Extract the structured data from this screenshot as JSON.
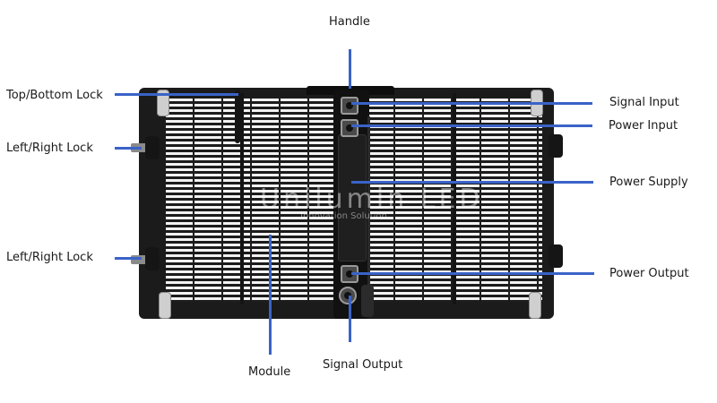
{
  "diagram": {
    "subject": "LED display cabinet (rear view)",
    "accent_color": "#3a63c8",
    "labels": {
      "handle": "Handle",
      "top_bottom_lock": "Top/Bottom Lock",
      "left_right_lock_upper": "Left/Right Lock",
      "left_right_lock_lower": "Left/Right Lock",
      "signal_input": "Signal Input",
      "power_input": "Power Input",
      "power_supply": "Power Supply",
      "power_output": "Power Output",
      "module": "Module",
      "signal_output": "Signal Output"
    },
    "watermark": {
      "brand": "Unilumin LED",
      "tagline": "Innovation Solution"
    }
  }
}
